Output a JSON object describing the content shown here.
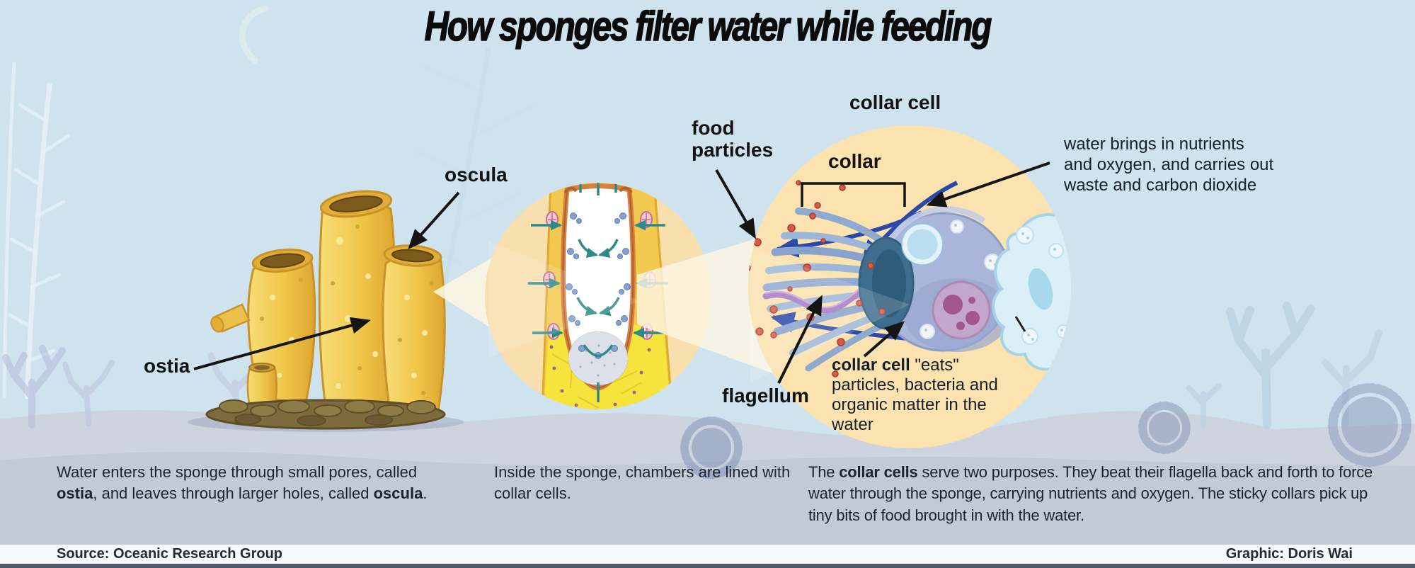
{
  "title": "How sponges filter water while feeding",
  "labels": {
    "oscula": "oscula",
    "ostia": "ostia",
    "food_particles_line1": "food",
    "food_particles_line2": "particles",
    "collar_cell": "collar cell",
    "collar": "collar",
    "flagellum": "flagellum",
    "water_note_line1": "water brings in nutrients",
    "water_note_line2": "and oxygen, and carries out",
    "water_note_line3": "waste and carbon dioxide",
    "eats_bold": "collar cell",
    "eats_rest": " \"eats\" particles, bacteria and organic matter in the water"
  },
  "captions": {
    "left": {
      "p1": "Water enters the sponge through small pores, called ",
      "b1": "ostia",
      "p2": ", and leaves through larger holes, called ",
      "b2": "oscula",
      "p3": "."
    },
    "middle": {
      "p1": "Inside the sponge, chambers are lined with collar cells."
    },
    "right": {
      "p1": "The ",
      "b1": "collar cells",
      "p2": " serve two purposes. They beat their flagella back and forth to force water through the sponge, carrying nutrients and oxygen. The sticky collars pick up tiny bits of food brought in with the water."
    }
  },
  "footer": {
    "source": "Source: Oceanic Research Group",
    "credit": "Graphic: Doris Wai"
  },
  "colors": {
    "background_blue": "#cfe3ef",
    "seafloor_lavender": "#c6cedb",
    "inset_circle_fill": "#fbe2ae",
    "sponge_yellow": "#f0c649",
    "sponge_rim_brown": "#7c5a1d",
    "water_arrow_blue": "#2a49aa",
    "flow_arrow_teal": "#2e8a8a",
    "food_particle_red": "#d85a47",
    "collar_cell_body": "#a9b5d9",
    "nucleus_purple": "#a2568e",
    "flagellum_purple": "#a678c4",
    "amoeba_cell_blue": "#dbeff8",
    "annotation_black": "#151515",
    "footer_background": "#f7f8fa",
    "footer_bar": "#4d5a6b"
  }
}
